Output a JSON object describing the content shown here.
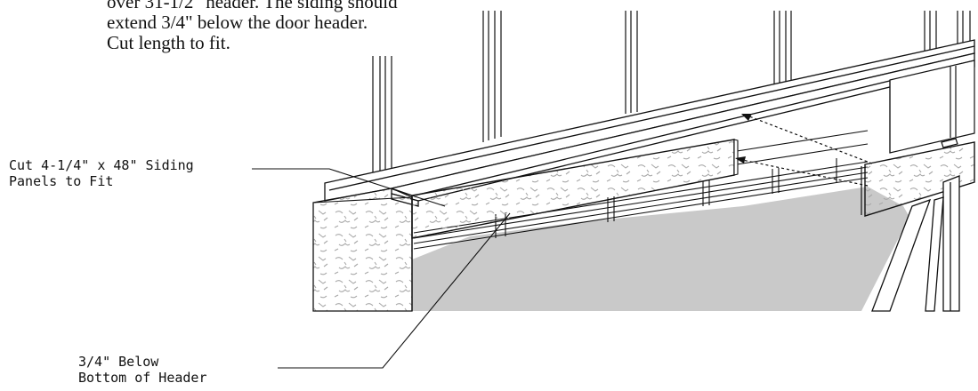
{
  "instructions": {
    "lines": [
      "over 31-1/2\" header. The siding should",
      "extend 3/4\" below the door header.",
      "Cut length to fit."
    ]
  },
  "callouts": {
    "cut_panels": {
      "line1": "Cut 4-1/4\" x 48\" Siding",
      "line2": "Panels to Fit"
    },
    "below_header": {
      "line1": "3/4\" Below",
      "line2": "Bottom of Header"
    }
  },
  "colors": {
    "floor": "#c9c9c9",
    "line": "#111111",
    "texture": "#b9b9b9"
  }
}
